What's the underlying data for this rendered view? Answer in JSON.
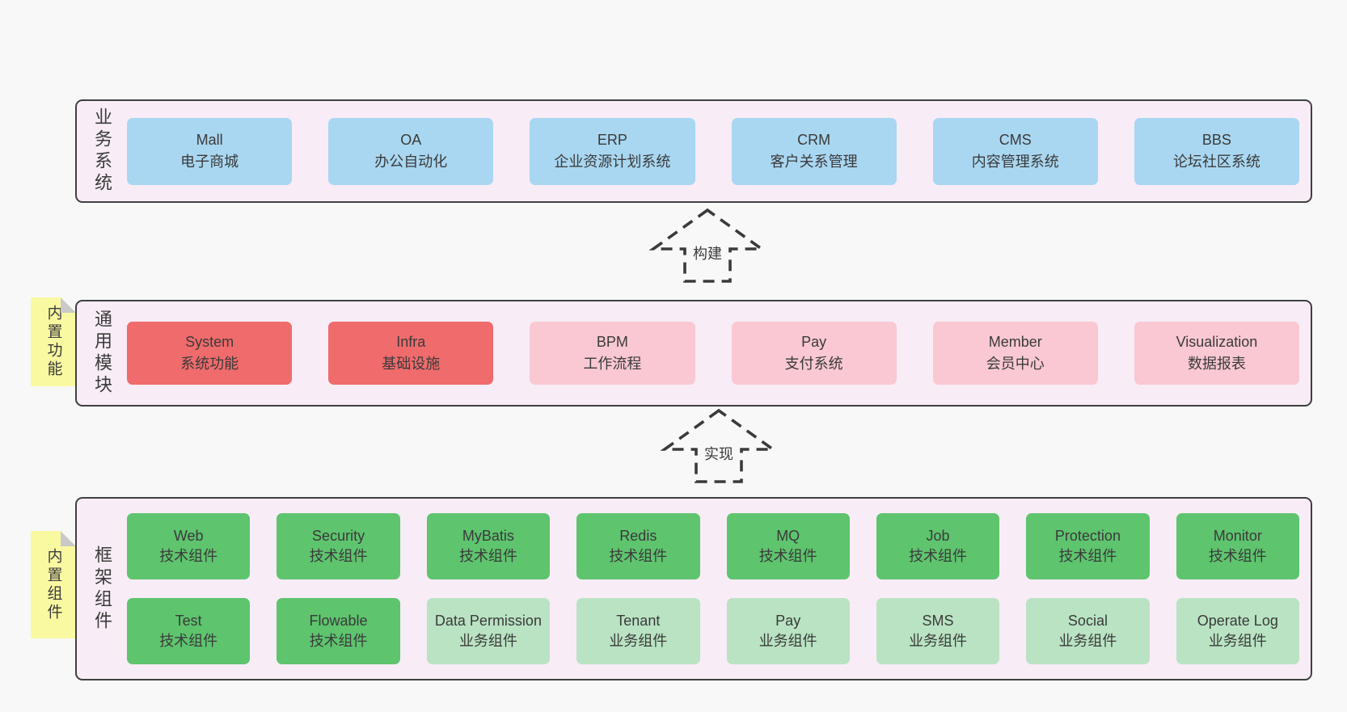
{
  "colors": {
    "page_background": "#f8f8f8",
    "panel_background": "#f8ecf6",
    "panel_border": "#404040",
    "blue_box": "#a9d7f1",
    "red_box": "#f06b6c",
    "pink_box": "#f9c8d3",
    "green_dark_box": "#5ec46e",
    "green_light_box": "#b9e3c3",
    "sticky_yellow": "#f9f9a2"
  },
  "arrows": {
    "build": "构建",
    "implement": "实现"
  },
  "stickies": {
    "features": "内置功能",
    "components": "内置组件"
  },
  "sections": {
    "business": {
      "label": "业务系统",
      "items": [
        {
          "name": "Mall",
          "desc": "电子商城",
          "variant": "blue"
        },
        {
          "name": "OA",
          "desc": "办公自动化",
          "variant": "blue"
        },
        {
          "name": "ERP",
          "desc": "企业资源计划系统",
          "variant": "blue"
        },
        {
          "name": "CRM",
          "desc": "客户关系管理",
          "variant": "blue"
        },
        {
          "name": "CMS",
          "desc": "内容管理系统",
          "variant": "blue"
        },
        {
          "name": "BBS",
          "desc": "论坛社区系统",
          "variant": "blue"
        }
      ]
    },
    "modules": {
      "label": "通用模块",
      "items": [
        {
          "name": "System",
          "desc": "系统功能",
          "variant": "red"
        },
        {
          "name": "Infra",
          "desc": "基础设施",
          "variant": "red"
        },
        {
          "name": "BPM",
          "desc": "工作流程",
          "variant": "pink"
        },
        {
          "name": "Pay",
          "desc": "支付系统",
          "variant": "pink"
        },
        {
          "name": "Member",
          "desc": "会员中心",
          "variant": "pink"
        },
        {
          "name": "Visualization",
          "desc": "数据报表",
          "variant": "pink"
        }
      ]
    },
    "components": {
      "label": "框架组件",
      "row1": [
        {
          "name": "Web",
          "desc": "技术组件",
          "variant": "green-dark"
        },
        {
          "name": "Security",
          "desc": "技术组件",
          "variant": "green-dark"
        },
        {
          "name": "MyBatis",
          "desc": "技术组件",
          "variant": "green-dark"
        },
        {
          "name": "Redis",
          "desc": "技术组件",
          "variant": "green-dark"
        },
        {
          "name": "MQ",
          "desc": "技术组件",
          "variant": "green-dark"
        },
        {
          "name": "Job",
          "desc": "技术组件",
          "variant": "green-dark"
        },
        {
          "name": "Protection",
          "desc": "技术组件",
          "variant": "green-dark"
        },
        {
          "name": "Monitor",
          "desc": "技术组件",
          "variant": "green-dark"
        }
      ],
      "row2": [
        {
          "name": "Test",
          "desc": "技术组件",
          "variant": "green-dark"
        },
        {
          "name": "Flowable",
          "desc": "技术组件",
          "variant": "green-dark"
        },
        {
          "name": "Data Permission",
          "desc": "业务组件",
          "variant": "green-light"
        },
        {
          "name": "Tenant",
          "desc": "业务组件",
          "variant": "green-light"
        },
        {
          "name": "Pay",
          "desc": "业务组件",
          "variant": "green-light"
        },
        {
          "name": "SMS",
          "desc": "业务组件",
          "variant": "green-light"
        },
        {
          "name": "Social",
          "desc": "业务组件",
          "variant": "green-light"
        },
        {
          "name": "Operate Log",
          "desc": "业务组件",
          "variant": "green-light"
        }
      ]
    }
  }
}
